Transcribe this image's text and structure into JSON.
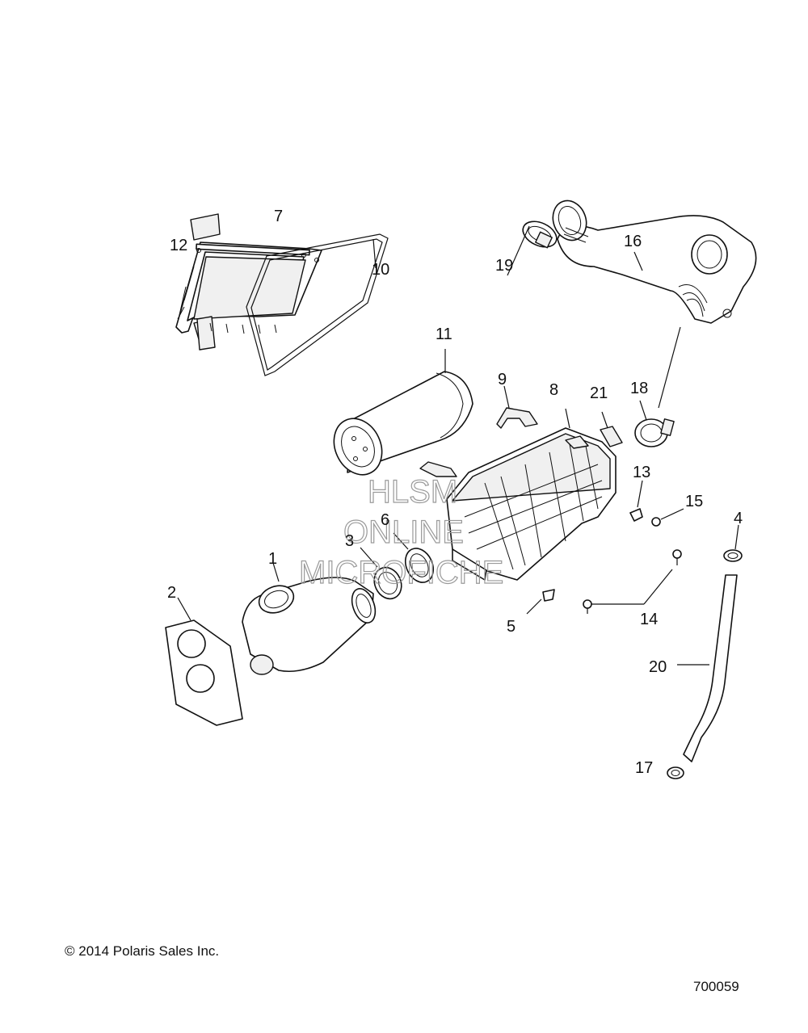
{
  "callouts": [
    "1",
    "2",
    "3",
    "4",
    "5",
    "6",
    "7",
    "8",
    "9",
    "10",
    "11",
    "12",
    "13",
    "14",
    "15",
    "16",
    "17",
    "18",
    "19",
    "20",
    "21"
  ],
  "watermark": {
    "line1": "HLSM",
    "line2": "ONLINE",
    "line3": "MICROFICHE"
  },
  "copyright": "© 2014 Polaris Sales Inc.",
  "figure_number": "700059"
}
